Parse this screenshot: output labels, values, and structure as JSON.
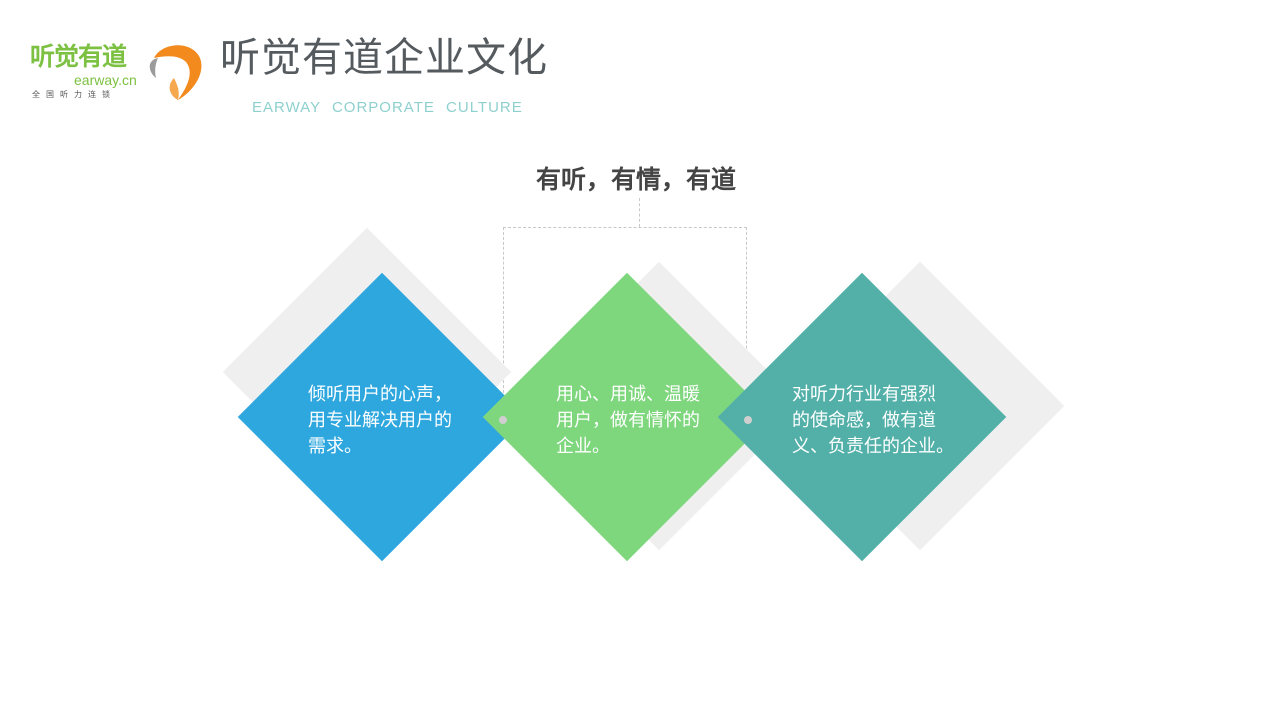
{
  "logo": {
    "name_cn": "听觉有道",
    "domain": "earway.cn",
    "slogan": "全国听力连锁",
    "mark_icon": "orange-swirl-icon",
    "colors": {
      "green": "#7cc142",
      "orange": "#f28a1e"
    }
  },
  "header": {
    "title": "听觉有道企业文化",
    "subtitle": "EARWAY   CORPORATE  CULTURE"
  },
  "tagline": "有听，有情，有道",
  "cards": [
    {
      "color": "#2ea7df",
      "lines": [
        "倾听用户的心声，",
        "用专业解决用户的",
        "需求。"
      ]
    },
    {
      "color": "#7ed67d",
      "lines": [
        "用心、用诚、温暖",
        "用户，做有情怀的",
        "企业。"
      ]
    },
    {
      "color": "#52b0a8",
      "lines": [
        "对听力行业有强烈",
        "的使命感，做有道",
        "义、负责任的企业。"
      ]
    }
  ]
}
